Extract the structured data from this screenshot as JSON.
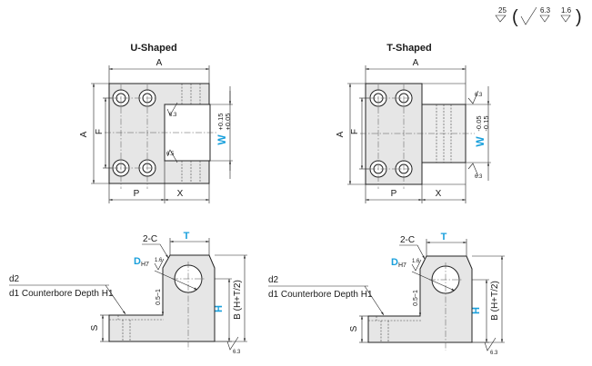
{
  "roughness_legend": {
    "base": "25",
    "open": "(",
    "v1": "6.3",
    "v2": "1.6",
    "close": ")"
  },
  "u_shaped": {
    "title": "U-Shaped",
    "dim_a": "A",
    "dim_f": "F",
    "dim_p": "P",
    "dim_x": "X",
    "w_label": "W",
    "w_tol_upper": "+0.15",
    "w_tol_lower": "+0.05",
    "rough_top": "6.3",
    "rough_bottom": "6.5"
  },
  "t_shaped": {
    "title": "T-Shaped",
    "dim_a": "A",
    "dim_f": "F",
    "dim_p": "P",
    "dim_x": "X",
    "w_label": "W",
    "w_tol_upper": "-0.05",
    "w_tol_lower": "-0.15",
    "rough_top": "6.3",
    "rough_bottom": "6.3"
  },
  "side_view": {
    "chamfer": "2-C",
    "t_label": "T",
    "d_label": "D",
    "d_sub": "H7",
    "d_rough": "1.6",
    "d2_label": "d2",
    "d1_label": "d1 Counterbore Depth H1",
    "gap_label": "0.5~1",
    "h_label": "H",
    "b_label": "B (H+T/2)",
    "s_label": "S",
    "rough_bottom": "6.3"
  }
}
